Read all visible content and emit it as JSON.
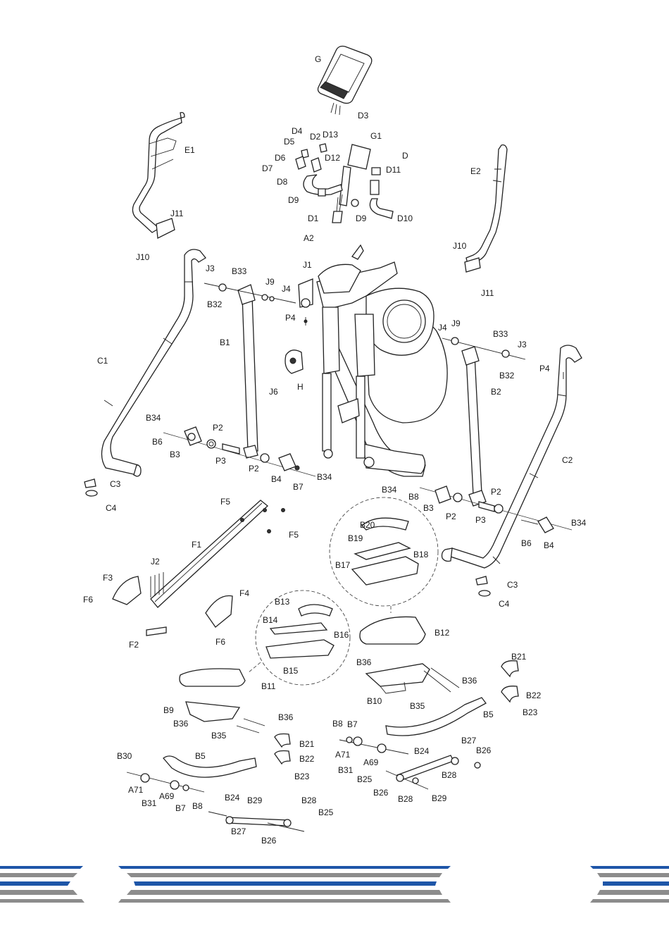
{
  "labels": [
    {
      "id": "G",
      "text": "G"
    },
    {
      "id": "D3",
      "text": "D3"
    },
    {
      "id": "D4",
      "text": "D4"
    },
    {
      "id": "D2",
      "text": "D2"
    },
    {
      "id": "D13",
      "text": "D13"
    },
    {
      "id": "G1",
      "text": "G1"
    },
    {
      "id": "D5",
      "text": "D5"
    },
    {
      "id": "D",
      "text": "D"
    },
    {
      "id": "D6",
      "text": "D6"
    },
    {
      "id": "D12",
      "text": "D12"
    },
    {
      "id": "D7",
      "text": "D7"
    },
    {
      "id": "D11",
      "text": "D11"
    },
    {
      "id": "D8",
      "text": "D8"
    },
    {
      "id": "D9a",
      "text": "D9"
    },
    {
      "id": "D1",
      "text": "D1"
    },
    {
      "id": "D9b",
      "text": "D9"
    },
    {
      "id": "D10",
      "text": "D10"
    },
    {
      "id": "E1",
      "text": "E1"
    },
    {
      "id": "E2",
      "text": "E2"
    },
    {
      "id": "J11a",
      "text": "J11"
    },
    {
      "id": "J10a",
      "text": "J10"
    },
    {
      "id": "J10b",
      "text": "J10"
    },
    {
      "id": "J11b",
      "text": "J11"
    },
    {
      "id": "A2",
      "text": "A2"
    },
    {
      "id": "J1",
      "text": "J1"
    },
    {
      "id": "J3a",
      "text": "J3"
    },
    {
      "id": "B33a",
      "text": "B33"
    },
    {
      "id": "J9a",
      "text": "J9"
    },
    {
      "id": "J4a",
      "text": "J4"
    },
    {
      "id": "B32a",
      "text": "B32"
    },
    {
      "id": "P4a",
      "text": "P4"
    },
    {
      "id": "J4b",
      "text": "J4"
    },
    {
      "id": "J9b",
      "text": "J9"
    },
    {
      "id": "B33b",
      "text": "B33"
    },
    {
      "id": "J3b",
      "text": "J3"
    },
    {
      "id": "B1",
      "text": "B1"
    },
    {
      "id": "C1",
      "text": "C1"
    },
    {
      "id": "B32b",
      "text": "B32"
    },
    {
      "id": "P4b",
      "text": "P4"
    },
    {
      "id": "J6",
      "text": "J6"
    },
    {
      "id": "H",
      "text": "H"
    },
    {
      "id": "B2",
      "text": "B2"
    },
    {
      "id": "B34a",
      "text": "B34"
    },
    {
      "id": "P2a",
      "text": "P2"
    },
    {
      "id": "B6a",
      "text": "B6"
    },
    {
      "id": "B3a",
      "text": "B3"
    },
    {
      "id": "P3a",
      "text": "P3"
    },
    {
      "id": "C2",
      "text": "C2"
    },
    {
      "id": "P2b",
      "text": "P2"
    },
    {
      "id": "B4a",
      "text": "B4"
    },
    {
      "id": "B34b",
      "text": "B34"
    },
    {
      "id": "C3a",
      "text": "C3"
    },
    {
      "id": "B7a",
      "text": "B7"
    },
    {
      "id": "C4a",
      "text": "C4"
    },
    {
      "id": "B34c",
      "text": "B34"
    },
    {
      "id": "P2c",
      "text": "P2"
    },
    {
      "id": "B8a",
      "text": "B8"
    },
    {
      "id": "B3b",
      "text": "B3"
    },
    {
      "id": "F5a",
      "text": "F5"
    },
    {
      "id": "P2d",
      "text": "P2"
    },
    {
      "id": "P3b",
      "text": "P3"
    },
    {
      "id": "B34d",
      "text": "B34"
    },
    {
      "id": "B20",
      "text": "B20"
    },
    {
      "id": "F5b",
      "text": "F5"
    },
    {
      "id": "B6b",
      "text": "B6"
    },
    {
      "id": "B4b",
      "text": "B4"
    },
    {
      "id": "F1",
      "text": "F1"
    },
    {
      "id": "B19",
      "text": "B19"
    },
    {
      "id": "B18",
      "text": "B18"
    },
    {
      "id": "J2",
      "text": "J2"
    },
    {
      "id": "B17",
      "text": "B17"
    },
    {
      "id": "F3",
      "text": "F3"
    },
    {
      "id": "C3b",
      "text": "C3"
    },
    {
      "id": "F4",
      "text": "F4"
    },
    {
      "id": "F6a",
      "text": "F6"
    },
    {
      "id": "B13",
      "text": "B13"
    },
    {
      "id": "C4b",
      "text": "C4"
    },
    {
      "id": "B14",
      "text": "B14"
    },
    {
      "id": "F2",
      "text": "F2"
    },
    {
      "id": "F6b",
      "text": "F6"
    },
    {
      "id": "B16",
      "text": "B16"
    },
    {
      "id": "B12",
      "text": "B12"
    },
    {
      "id": "B21a",
      "text": "B21"
    },
    {
      "id": "B36a",
      "text": "B36"
    },
    {
      "id": "B15",
      "text": "B15"
    },
    {
      "id": "B11",
      "text": "B11"
    },
    {
      "id": "B36b",
      "text": "B36"
    },
    {
      "id": "B22a",
      "text": "B22"
    },
    {
      "id": "B10",
      "text": "B10"
    },
    {
      "id": "B35a",
      "text": "B35"
    },
    {
      "id": "B23a",
      "text": "B23"
    },
    {
      "id": "B9",
      "text": "B9"
    },
    {
      "id": "B5a",
      "text": "B5"
    },
    {
      "id": "B36c",
      "text": "B36"
    },
    {
      "id": "B36d",
      "text": "B36"
    },
    {
      "id": "B8b",
      "text": "B8"
    },
    {
      "id": "B7b",
      "text": "B7"
    },
    {
      "id": "B35b",
      "text": "B35"
    },
    {
      "id": "B21b",
      "text": "B21"
    },
    {
      "id": "A71a",
      "text": "A71"
    },
    {
      "id": "A69a",
      "text": "A69"
    },
    {
      "id": "B22b",
      "text": "B22"
    },
    {
      "id": "B27a",
      "text": "B27"
    },
    {
      "id": "B24a",
      "text": "B24"
    },
    {
      "id": "B26a",
      "text": "B26"
    },
    {
      "id": "B30",
      "text": "B30"
    },
    {
      "id": "B5b",
      "text": "B5"
    },
    {
      "id": "B31a",
      "text": "B31"
    },
    {
      "id": "B23b",
      "text": "B23"
    },
    {
      "id": "B28a",
      "text": "B28"
    },
    {
      "id": "B25a",
      "text": "B25"
    },
    {
      "id": "A71b",
      "text": "A71"
    },
    {
      "id": "B26b",
      "text": "B26"
    },
    {
      "id": "B28b",
      "text": "B28"
    },
    {
      "id": "B29a",
      "text": "B29"
    },
    {
      "id": "B31b",
      "text": "B31"
    },
    {
      "id": "A69b",
      "text": "A69"
    },
    {
      "id": "B7c",
      "text": "B7"
    },
    {
      "id": "B8c",
      "text": "B8"
    },
    {
      "id": "B24b",
      "text": "B24"
    },
    {
      "id": "B29b",
      "text": "B29"
    },
    {
      "id": "B28c",
      "text": "B28"
    },
    {
      "id": "B25b",
      "text": "B25"
    },
    {
      "id": "B27b",
      "text": "B27"
    },
    {
      "id": "B26c",
      "text": "B26"
    }
  ],
  "colors": {
    "stripe_blue": "#1e56a8",
    "stripe_gray": "#8c8c8c",
    "line": "#222222"
  }
}
